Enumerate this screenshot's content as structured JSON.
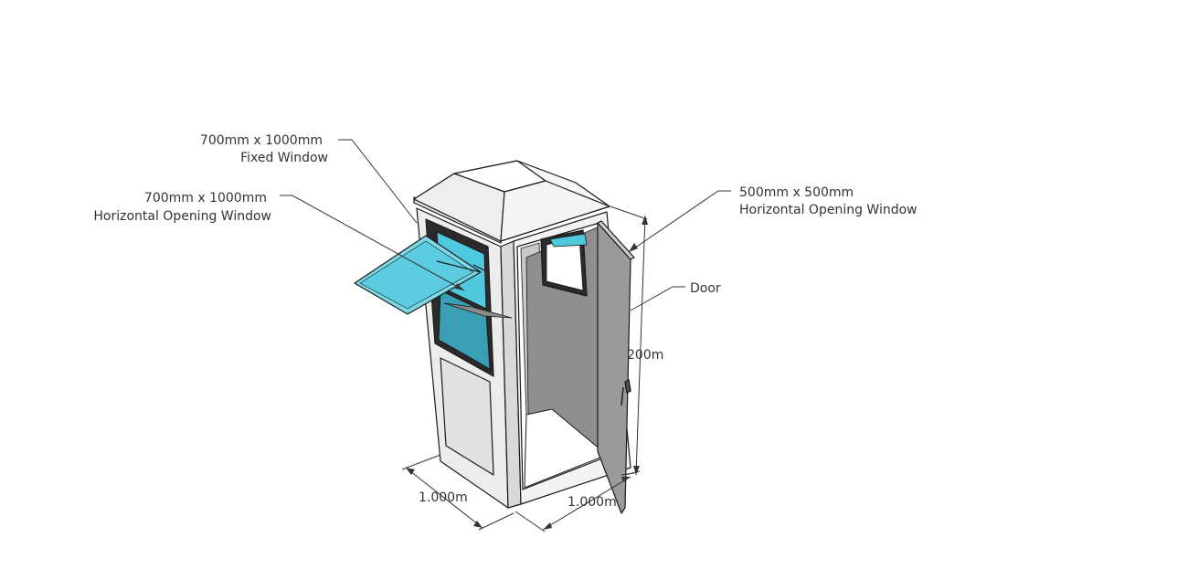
{
  "labels": {
    "fixed_window": {
      "size": "700mm x 1000mm",
      "name": "Fixed Window"
    },
    "left_opening_window": {
      "size": "700mm x 1000mm",
      "name": "Horizontal Opening Window"
    },
    "right_opening_window": {
      "size": "500mm x 500mm",
      "name": "Horizontal Opening Window"
    },
    "door": "Door",
    "height_dim": "200m",
    "width_dim_left": "1.000m",
    "width_dim_right": "1.000m"
  },
  "colors": {
    "glass": "#4fc9dd",
    "glass_dark": "#3a9fb5",
    "panel_gray": "#9a9a9a",
    "roof": "#f2f2f2",
    "wall": "#e8e8e8",
    "outline": "#1a1a1a"
  }
}
